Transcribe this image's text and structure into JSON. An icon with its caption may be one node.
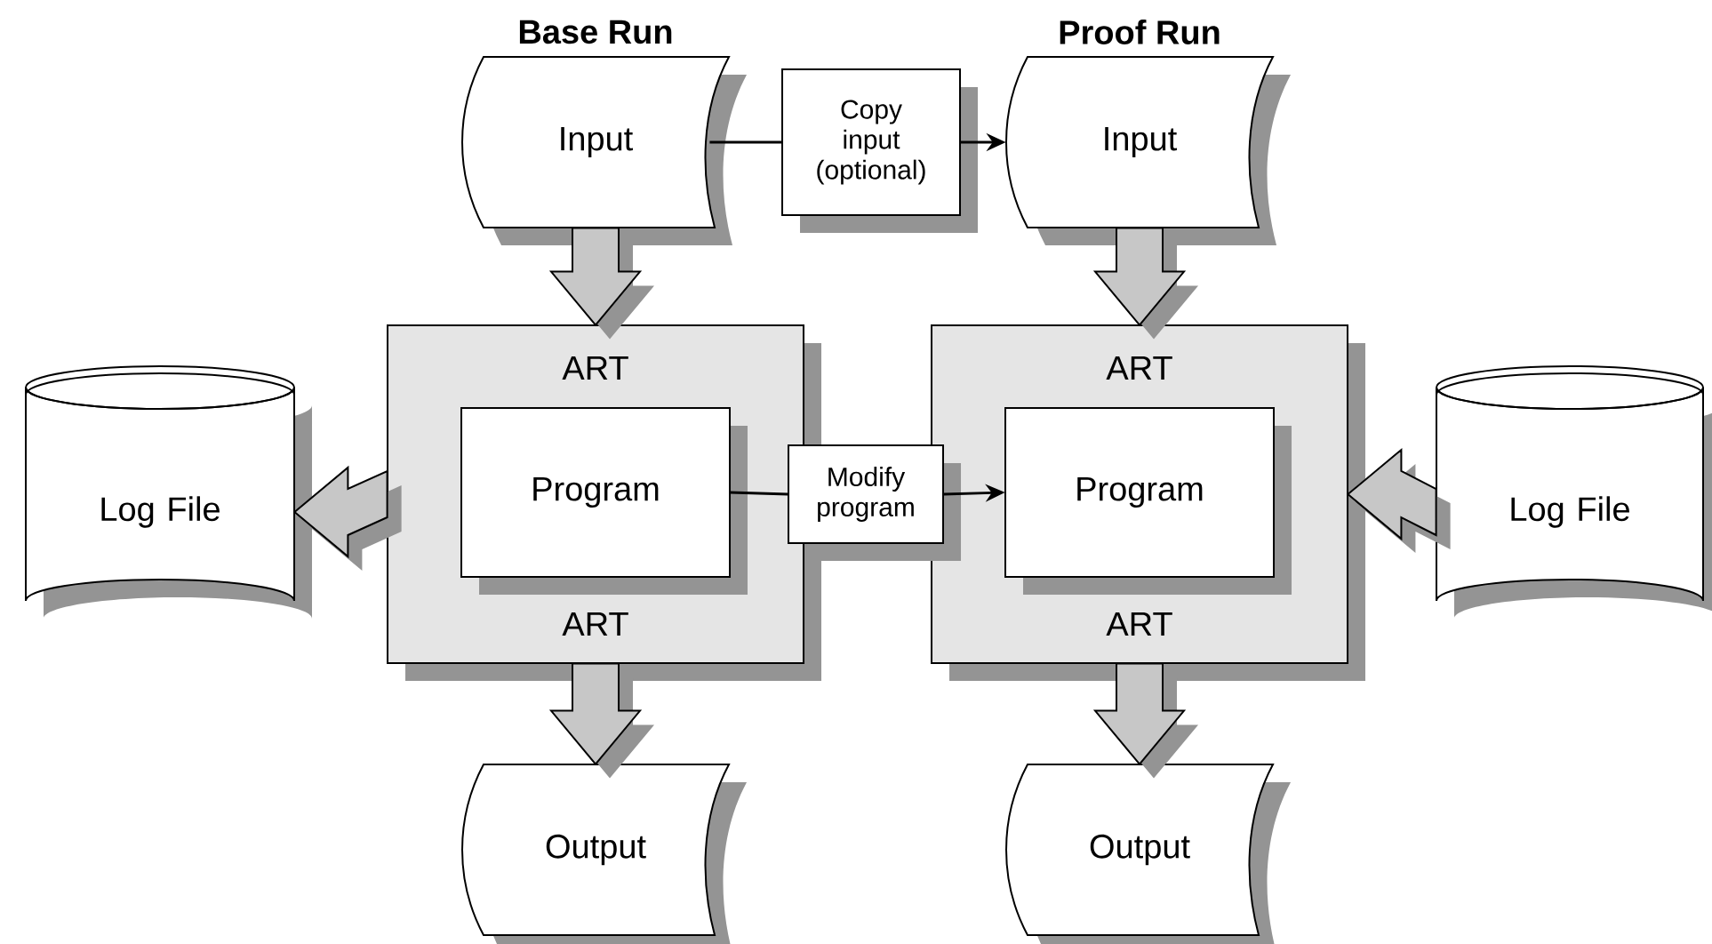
{
  "diagram": {
    "nodes": [
      {
        "text": [
          "Base Run",
          "Input"
        ]
      },
      {
        "text": [
          "Copy input (optional)"
        ]
      },
      {
        "text": [
          "Proof Run",
          "Input"
        ]
      },
      {
        "text": [
          "ART",
          "ART"
        ]
      },
      {
        "text": [
          "Program"
        ],
        "in": 3
      },
      {
        "text": [
          "Modify program"
        ]
      },
      {
        "text": [
          "ART",
          "ART"
        ]
      },
      {
        "text": [
          "Program"
        ],
        "in": 6
      },
      {
        "text": [
          "Log File"
        ]
      },
      {
        "text": [
          "Log File"
        ]
      },
      {
        "text": [
          "Output"
        ]
      },
      {
        "text": [
          "Output"
        ]
      }
    ],
    "edges": [
      {
        "from": 0,
        "to": 1,
        "arrow": "none"
      },
      {
        "from": 1,
        "to": 2,
        "arrow": "to"
      },
      {
        "from": 4,
        "to": 5,
        "arrow": "none"
      },
      {
        "from": 5,
        "to": 7,
        "arrow": "to"
      },
      {
        "from": 0,
        "to": 3,
        "arrow": "to",
        "style": "thick"
      },
      {
        "from": 2,
        "to": 6,
        "arrow": "to",
        "style": "thick"
      },
      {
        "from": 3,
        "to": 8,
        "arrow": "to",
        "style": "thick"
      },
      {
        "from": 9,
        "to": 6,
        "arrow": "to",
        "style": "thick"
      },
      {
        "from": 3,
        "to": 10,
        "arrow": "to",
        "style": "thick"
      },
      {
        "from": 6,
        "to": 11,
        "arrow": "to",
        "style": "thick"
      }
    ]
  }
}
